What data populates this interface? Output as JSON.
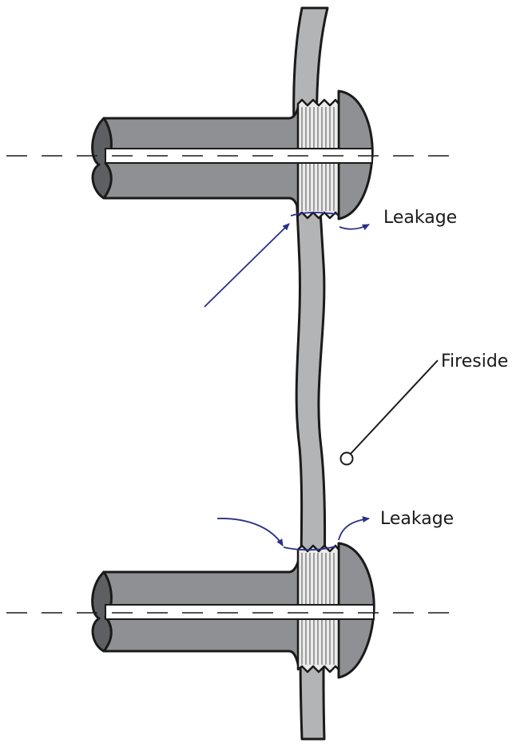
{
  "labels": {
    "leakage_top": "Leakage",
    "fireside": "Fireside",
    "leakage_bottom": "Leakage"
  },
  "colors": {
    "plate": "#b3b4b6",
    "stay": "#8f9093",
    "stay_end": "#5e5f62",
    "outline": "#1a1a1a",
    "arrow": "#2a2f86",
    "bore": "#ffffff",
    "background": "#ffffff"
  }
}
